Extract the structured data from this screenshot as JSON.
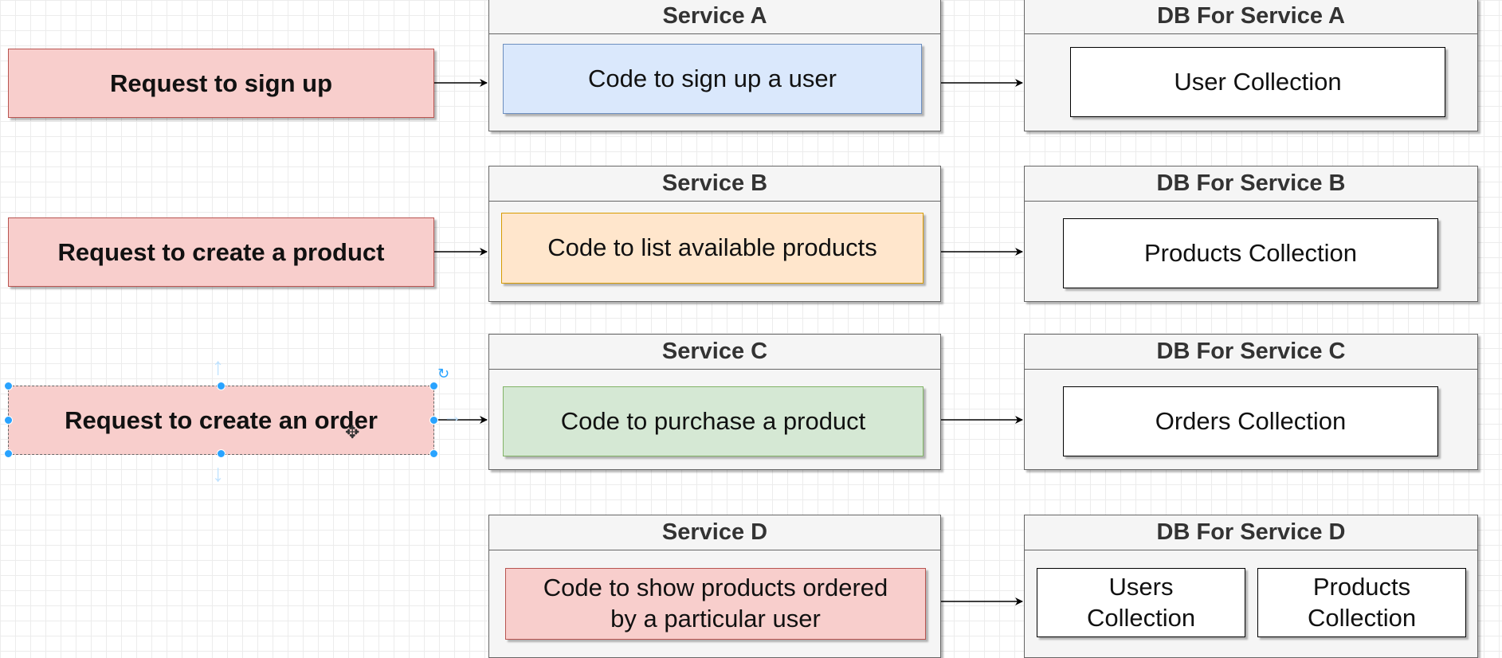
{
  "rows": [
    {
      "request": {
        "label": "Request to sign up",
        "fill": "#f8cecc"
      },
      "service": {
        "title": "Service A",
        "code": [
          "Code to sign up a user"
        ],
        "code_fill": "#dae8fc",
        "code_stroke": "#6c8ebf"
      },
      "database": {
        "title": "DB For Service A",
        "collections": [
          [
            "User Collection"
          ]
        ]
      }
    },
    {
      "request": {
        "label": "Request to create a product",
        "fill": "#f8cecc"
      },
      "service": {
        "title": "Service B",
        "code": [
          "Code to list available products"
        ],
        "code_fill": "#ffe6cc",
        "code_stroke": "#d79b00"
      },
      "database": {
        "title": "DB For Service B",
        "collections": [
          [
            "Products Collection"
          ]
        ]
      }
    },
    {
      "request": {
        "label": "Request to create an order",
        "fill": "#f8cecc",
        "selected": true
      },
      "service": {
        "title": "Service C",
        "code": [
          "Code to purchase a product"
        ],
        "code_fill": "#d5e8d4",
        "code_stroke": "#82b366"
      },
      "database": {
        "title": "DB For Service C",
        "collections": [
          [
            "Orders Collection"
          ]
        ]
      }
    },
    {
      "request": null,
      "service": {
        "title": "Service D",
        "code": [
          "Code to show products ordered",
          "by a particular user"
        ],
        "code_fill": "#f8cecc",
        "code_stroke": "#b85450"
      },
      "database": {
        "title": "DB For Service D",
        "collections": [
          [
            "Users",
            "Collection"
          ],
          [
            "Products",
            "Collection"
          ]
        ]
      }
    }
  ],
  "icons": {
    "rotate": "rotate-icon",
    "move": "move-cursor-icon",
    "selection_arrows": "selection-arrow-icon"
  }
}
